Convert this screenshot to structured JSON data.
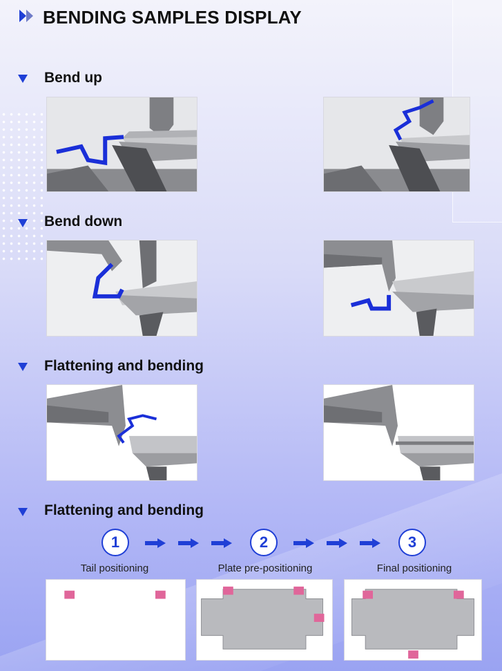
{
  "page": {
    "title": "BENDING SAMPLES DISPLAY"
  },
  "sections": [
    {
      "title": "Bend up"
    },
    {
      "title": "Bend down"
    },
    {
      "title": "Flattening and bending"
    },
    {
      "title": "Flattening and bending"
    }
  ],
  "steps": [
    {
      "number": "1",
      "label": "Tail positioning"
    },
    {
      "number": "2",
      "label": "Plate pre-positioning"
    },
    {
      "number": "3",
      "label": "Final positioning"
    }
  ],
  "colors": {
    "accent": "#1f3fd6",
    "sheet": "#1a2fd8",
    "marker": "#e0669a"
  }
}
